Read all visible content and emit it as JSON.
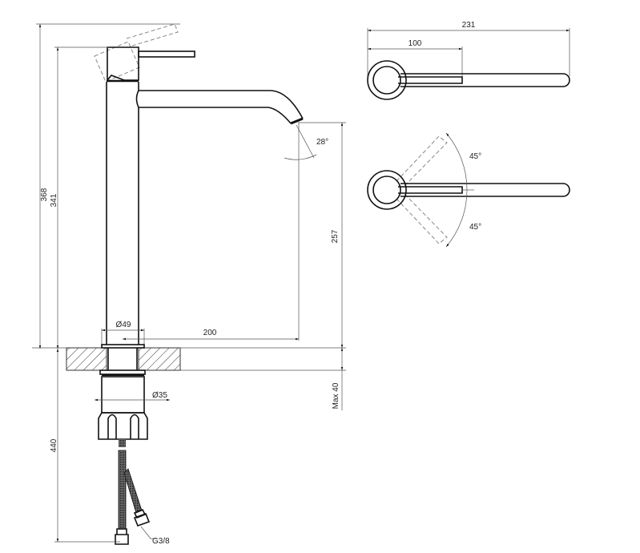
{
  "dimensions": {
    "total_height": "368",
    "lever_height": "341",
    "spout_height": "257",
    "spout_reach": "200",
    "body_diameter": "Ø49",
    "shank_diameter": "Ø35",
    "below_counter_length": "440",
    "max_counter_thickness": "Max 40",
    "connection": "G3/8",
    "spout_angle": "28°",
    "top_length": "231",
    "top_lever_length": "100",
    "rotation_up": "45°",
    "rotation_down": "45°"
  }
}
